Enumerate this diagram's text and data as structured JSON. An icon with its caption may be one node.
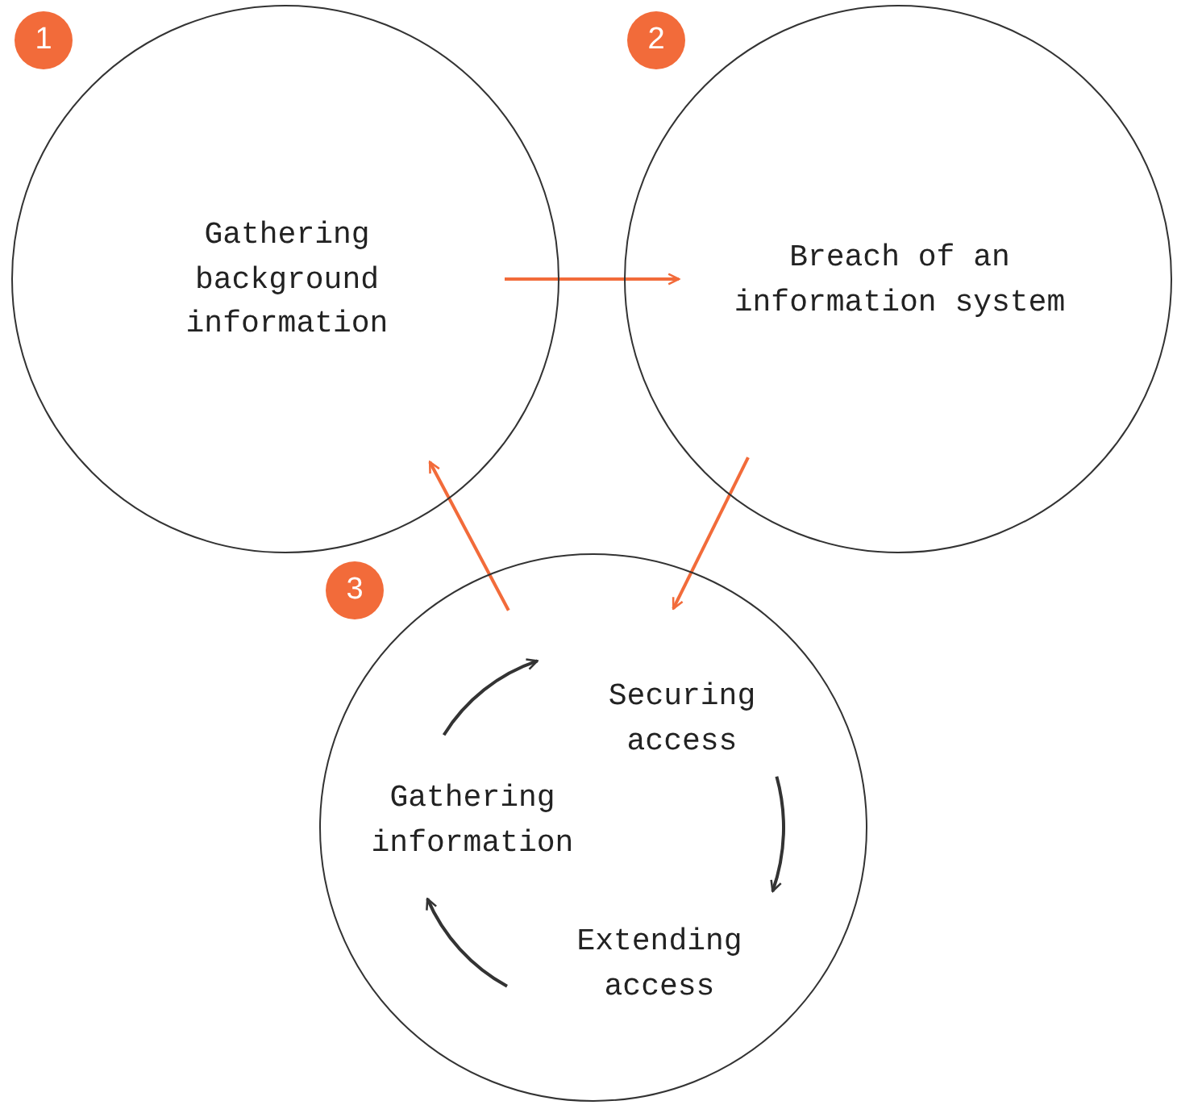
{
  "diagram": {
    "nodes": [
      {
        "text": [
          "Gathering background information"
        ]
      },
      {
        "text": [
          "Breach of an information system"
        ]
      },
      {
        "text": [],
        "shape": "circle"
      },
      {
        "text": [
          "Securing access"
        ],
        "in": 2
      },
      {
        "text": [
          "Extending access"
        ],
        "in": 2
      },
      {
        "text": [
          "Gathering information"
        ],
        "in": 2
      }
    ],
    "edges": [
      {
        "from": 0,
        "to": 1,
        "arrow": "to",
        "color": "#f26b3a"
      },
      {
        "from": 1,
        "to": 2,
        "arrow": "to",
        "color": "#f26b3a"
      },
      {
        "from": 2,
        "to": 0,
        "arrow": "to",
        "color": "#f26b3a"
      },
      {
        "from": 3,
        "to": 4,
        "arrow": "to",
        "color": "#333333"
      },
      {
        "from": 4,
        "to": 5,
        "arrow": "to",
        "color": "#333333"
      },
      {
        "from": 5,
        "to": 3,
        "arrow": "to",
        "color": "#333333"
      }
    ],
    "labels": [
      "1",
      "2",
      "3"
    ]
  }
}
